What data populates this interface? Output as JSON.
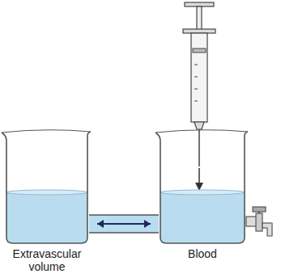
{
  "diagram": {
    "nodes": [
      {
        "text": [
          "Extravascular volume"
        ]
      },
      {
        "text": [
          "Blood"
        ]
      }
    ],
    "edges": [
      {
        "from": 0,
        "to": 1,
        "arrow": "both"
      }
    ]
  }
}
